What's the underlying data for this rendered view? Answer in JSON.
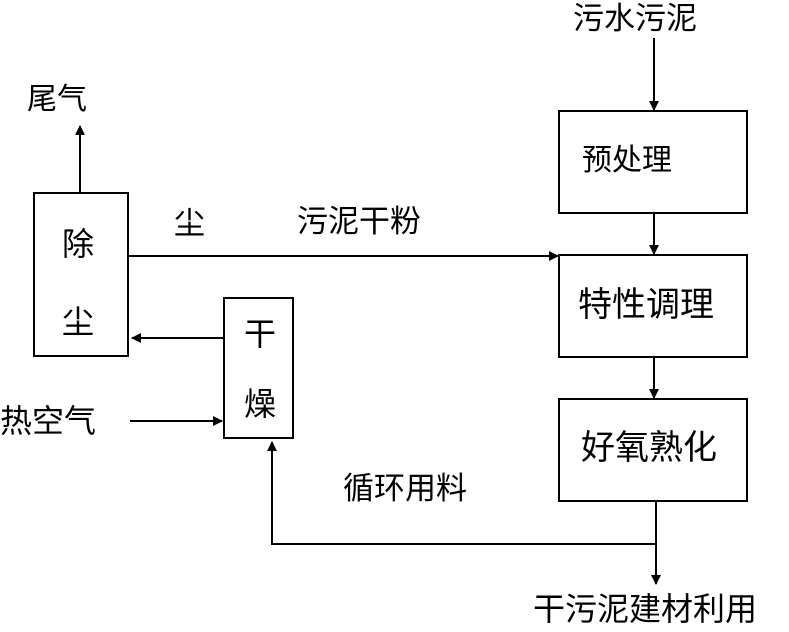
{
  "nodes": {
    "wastewater_sludge": "污水污泥",
    "pretreatment": "预处理",
    "property_conditioning": "特性调理",
    "aerobic_maturation": "好氧熟化",
    "dry_sludge_utilization": "干污泥建材利用",
    "dust_removal_char1": "除",
    "dust_removal_char2": "尘",
    "drying_char1": "干",
    "drying_char2": "燥"
  },
  "edge_labels": {
    "tail_gas": "尾气",
    "dust": "尘",
    "dry_sludge_powder": "污泥干粉",
    "hot_air": "热空气",
    "recycle_material": "循环用料"
  },
  "colors": {
    "line": "#000000",
    "background": "#ffffff"
  }
}
